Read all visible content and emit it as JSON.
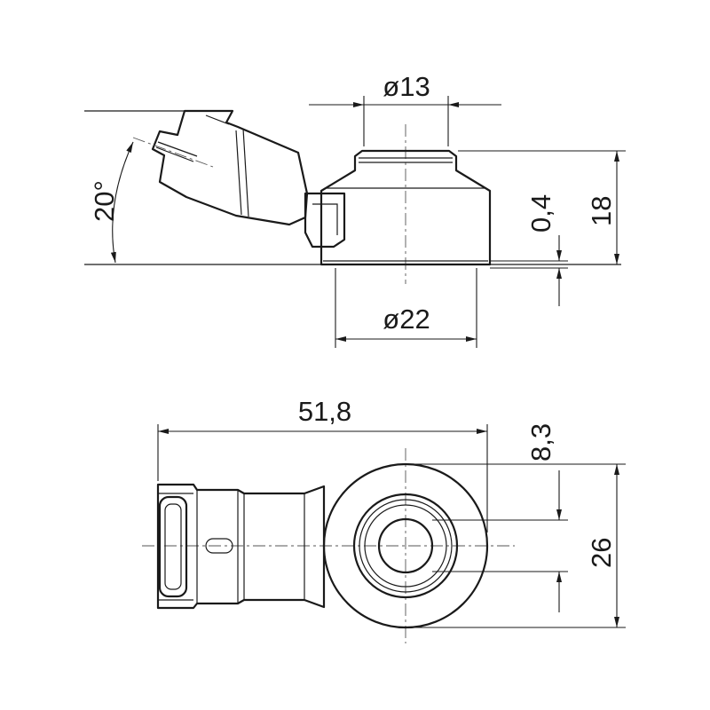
{
  "drawing": {
    "side_view": {
      "angle_label": "20°",
      "top_diameter_label": "ø13",
      "base_diameter_label": "ø22",
      "gap_label": "0,4",
      "height_label": "18"
    },
    "top_view": {
      "length_label": "51,8",
      "offset_label": "8,3",
      "width_label": "26"
    }
  }
}
